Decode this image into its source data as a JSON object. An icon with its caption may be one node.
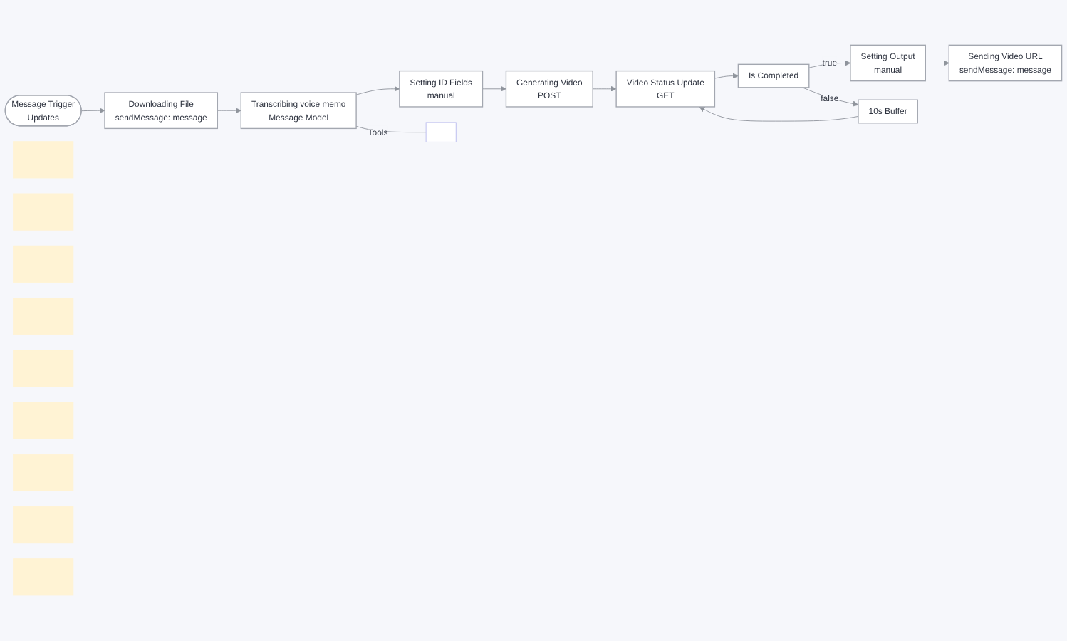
{
  "diagram": {
    "nodes": [
      {
        "text": [
          "Message Trigger",
          "Updates"
        ]
      },
      {
        "text": [
          "Downloading File",
          "sendMessage: message"
        ]
      },
      {
        "text": [
          "Transcribing voice memo",
          "Message Model"
        ]
      },
      {
        "text": [
          "Setting ID Fields",
          "manual"
        ]
      },
      {
        "text": [
          "Generating Video",
          "POST"
        ]
      },
      {
        "text": [
          "Video Status Update",
          "GET"
        ]
      },
      {
        "text": [
          "Is Completed"
        ]
      },
      {
        "text": [
          "10s Buffer"
        ]
      },
      {
        "text": [
          "Setting Output",
          "manual"
        ]
      },
      {
        "text": [
          "Sending Video URL",
          "sendMessage: message"
        ]
      },
      {
        "text": [],
        "shape": "box"
      },
      {
        "text": [],
        "shape": "box"
      },
      {
        "text": [],
        "shape": "box"
      },
      {
        "text": [],
        "shape": "box"
      },
      {
        "text": [],
        "shape": "box"
      },
      {
        "text": [],
        "shape": "box"
      },
      {
        "text": [],
        "shape": "box"
      },
      {
        "text": [],
        "shape": "box"
      },
      {
        "text": [],
        "shape": "box"
      },
      {
        "text": [],
        "shape": "box"
      }
    ],
    "edges": [
      {
        "from": 0,
        "to": 1,
        "arrow": "to"
      },
      {
        "from": 1,
        "to": 2,
        "arrow": "to"
      },
      {
        "from": 2,
        "to": 3,
        "arrow": "to"
      },
      {
        "from": 3,
        "to": 4,
        "arrow": "to"
      },
      {
        "from": 4,
        "to": 5,
        "arrow": "to"
      },
      {
        "from": 5,
        "to": 6,
        "arrow": "to"
      },
      {
        "from": 6,
        "to": 8,
        "arrow": "to",
        "label": "true"
      },
      {
        "from": 6,
        "to": 7,
        "arrow": "to",
        "label": "false"
      },
      {
        "from": 7,
        "to": 5,
        "arrow": "to"
      },
      {
        "from": 8,
        "to": 9,
        "arrow": "to"
      },
      {
        "from": 2,
        "to": 10,
        "arrow": "none",
        "label": "Tools"
      }
    ]
  }
}
